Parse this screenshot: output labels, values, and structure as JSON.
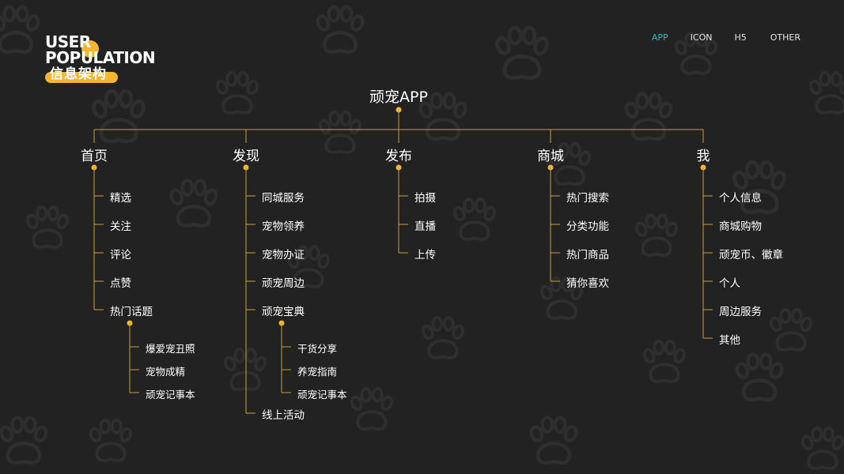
{
  "brand": {
    "line1": "USER",
    "line2": "POPULATION",
    "subtitle": "信息架构",
    "accent_color": "#f4b52f"
  },
  "nav": {
    "items": [
      "APP",
      "ICON",
      "H5",
      "OTHER"
    ],
    "active": "APP",
    "active_color": "#2fb6c8"
  },
  "diagram": {
    "root": "顽宠APP",
    "line_color": "#c9a03a",
    "node_color": "#f4b52f",
    "categories": [
      {
        "label": "首页",
        "items": [
          "精选",
          "关注",
          "评论",
          "点赞",
          "热门话题"
        ],
        "subitems": {
          "parent": "热门话题",
          "items": [
            "爆爱宠丑照",
            "宠物成精",
            "顽宠记事本"
          ]
        }
      },
      {
        "label": "发现",
        "items": [
          "同城服务",
          "宠物领养",
          "宠物办证",
          "顽宠周边",
          "顽宠宝典",
          "线上活动"
        ],
        "subitems": {
          "parent": "顽宠宝典",
          "items": [
            "干货分享",
            "养宠指南",
            "顽宠记事本"
          ]
        }
      },
      {
        "label": "发布",
        "items": [
          "拍摄",
          "直播",
          "上传"
        ]
      },
      {
        "label": "商城",
        "items": [
          "热门搜索",
          "分类功能",
          "热门商品",
          "猜你喜欢"
        ]
      },
      {
        "label": "我",
        "items": [
          "个人信息",
          "商城购物",
          "顽宠币、徽章",
          "个人",
          "周边服务",
          "其他"
        ]
      }
    ]
  }
}
